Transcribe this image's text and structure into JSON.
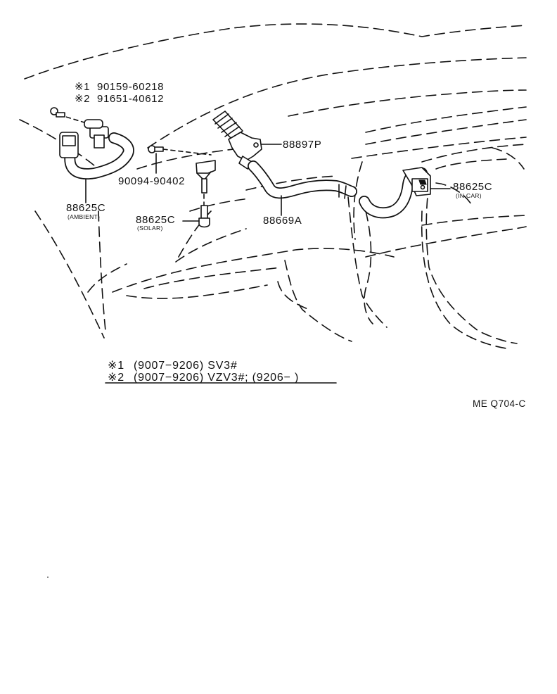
{
  "fastener_notes": [
    {
      "mark": "※1",
      "part_no": "90159-60218"
    },
    {
      "mark": "※2",
      "part_no": "91651-40612"
    }
  ],
  "parts": {
    "screw": "90094-90402",
    "aspirator": "88897P",
    "aspirator_hose": "88669A",
    "ambient_sensor": {
      "part_no": "88625C",
      "note": "(AMBIENT)"
    },
    "solar_sensor": {
      "part_no": "88625C",
      "note": "(SOLAR)"
    },
    "in_car_sensor": {
      "part_no": "88625C",
      "note": "(IN CAR)"
    }
  },
  "applicability": [
    {
      "mark": "※1",
      "text": "(9007−9206) SV3#"
    },
    {
      "mark": "※2",
      "text": "(9007−9206) VZV3#; (9206−          )"
    }
  ],
  "diagram_code": "ME Q704-C"
}
